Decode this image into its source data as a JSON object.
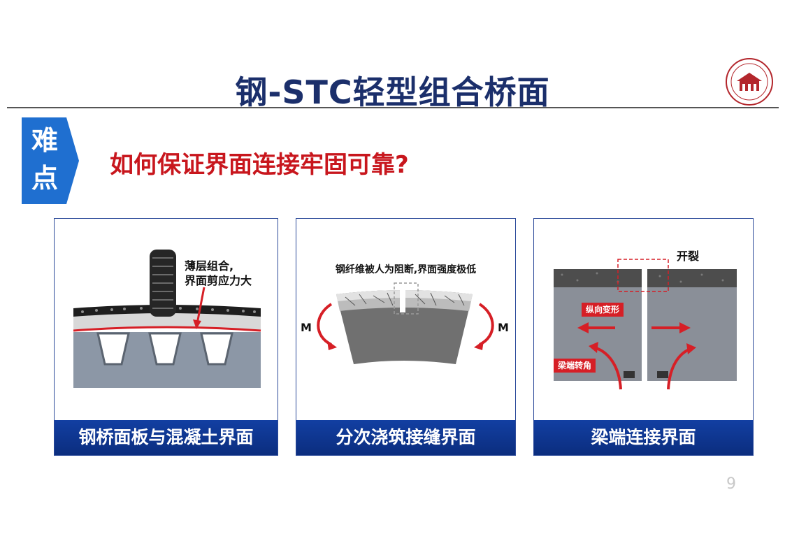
{
  "title": "钢-STC轻型组合桥面",
  "tag": {
    "line1": "难",
    "line2": "点"
  },
  "question": "如何保证界面连接牢固可靠?",
  "panels": [
    {
      "caption": "钢桥面板与混凝土界面",
      "annotation_line1": "薄层组合,",
      "annotation_line2": "界面剪应力大"
    },
    {
      "caption": "分次浇筑接缝界面",
      "annotation": "钢纤维被人为阻断,界面强度极低",
      "moment_left": "M",
      "moment_right": "M"
    },
    {
      "caption": "梁端连接界面",
      "crack_label": "开裂",
      "longitudinal_label": "纵向变形",
      "rotation_label": "梁端转角"
    }
  ],
  "page_number": "9",
  "colors": {
    "title": "#1b2f6b",
    "question": "#c8161d",
    "caption_bg": "#0b2d7e",
    "accent_red": "#d61f26"
  }
}
